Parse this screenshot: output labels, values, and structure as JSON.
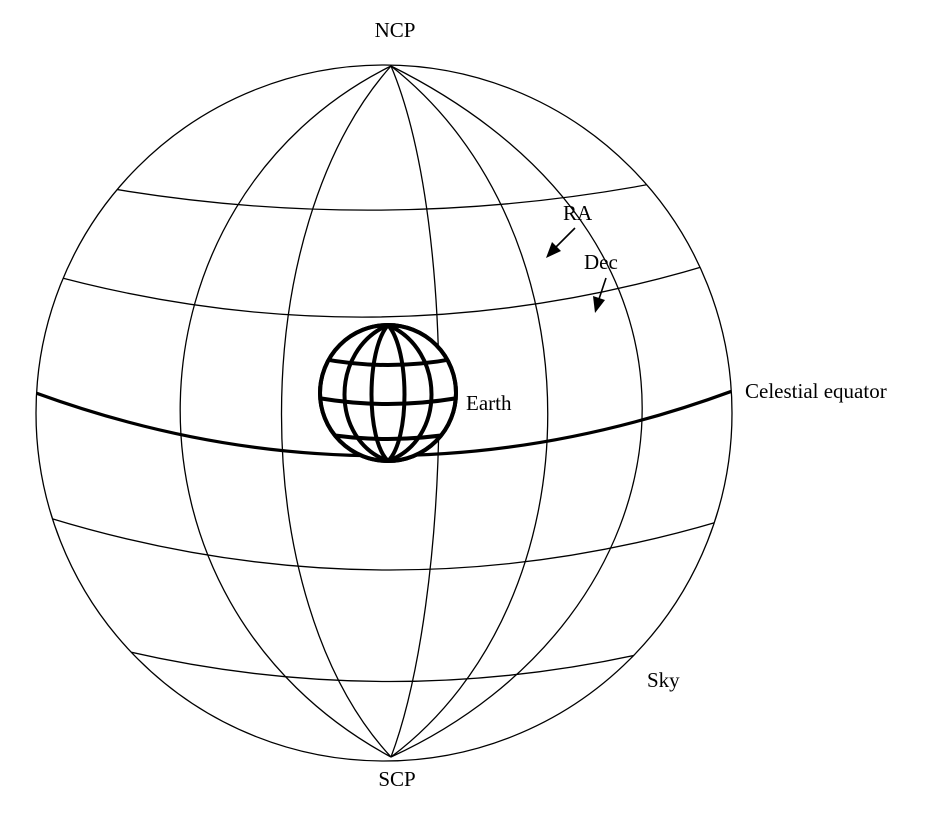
{
  "labels": {
    "ncp": "NCP",
    "scp": "SCP",
    "ra": "RA",
    "dec": "Dec",
    "earth": "Earth",
    "celestial_equator": "Celestial equator",
    "sky": "Sky"
  }
}
